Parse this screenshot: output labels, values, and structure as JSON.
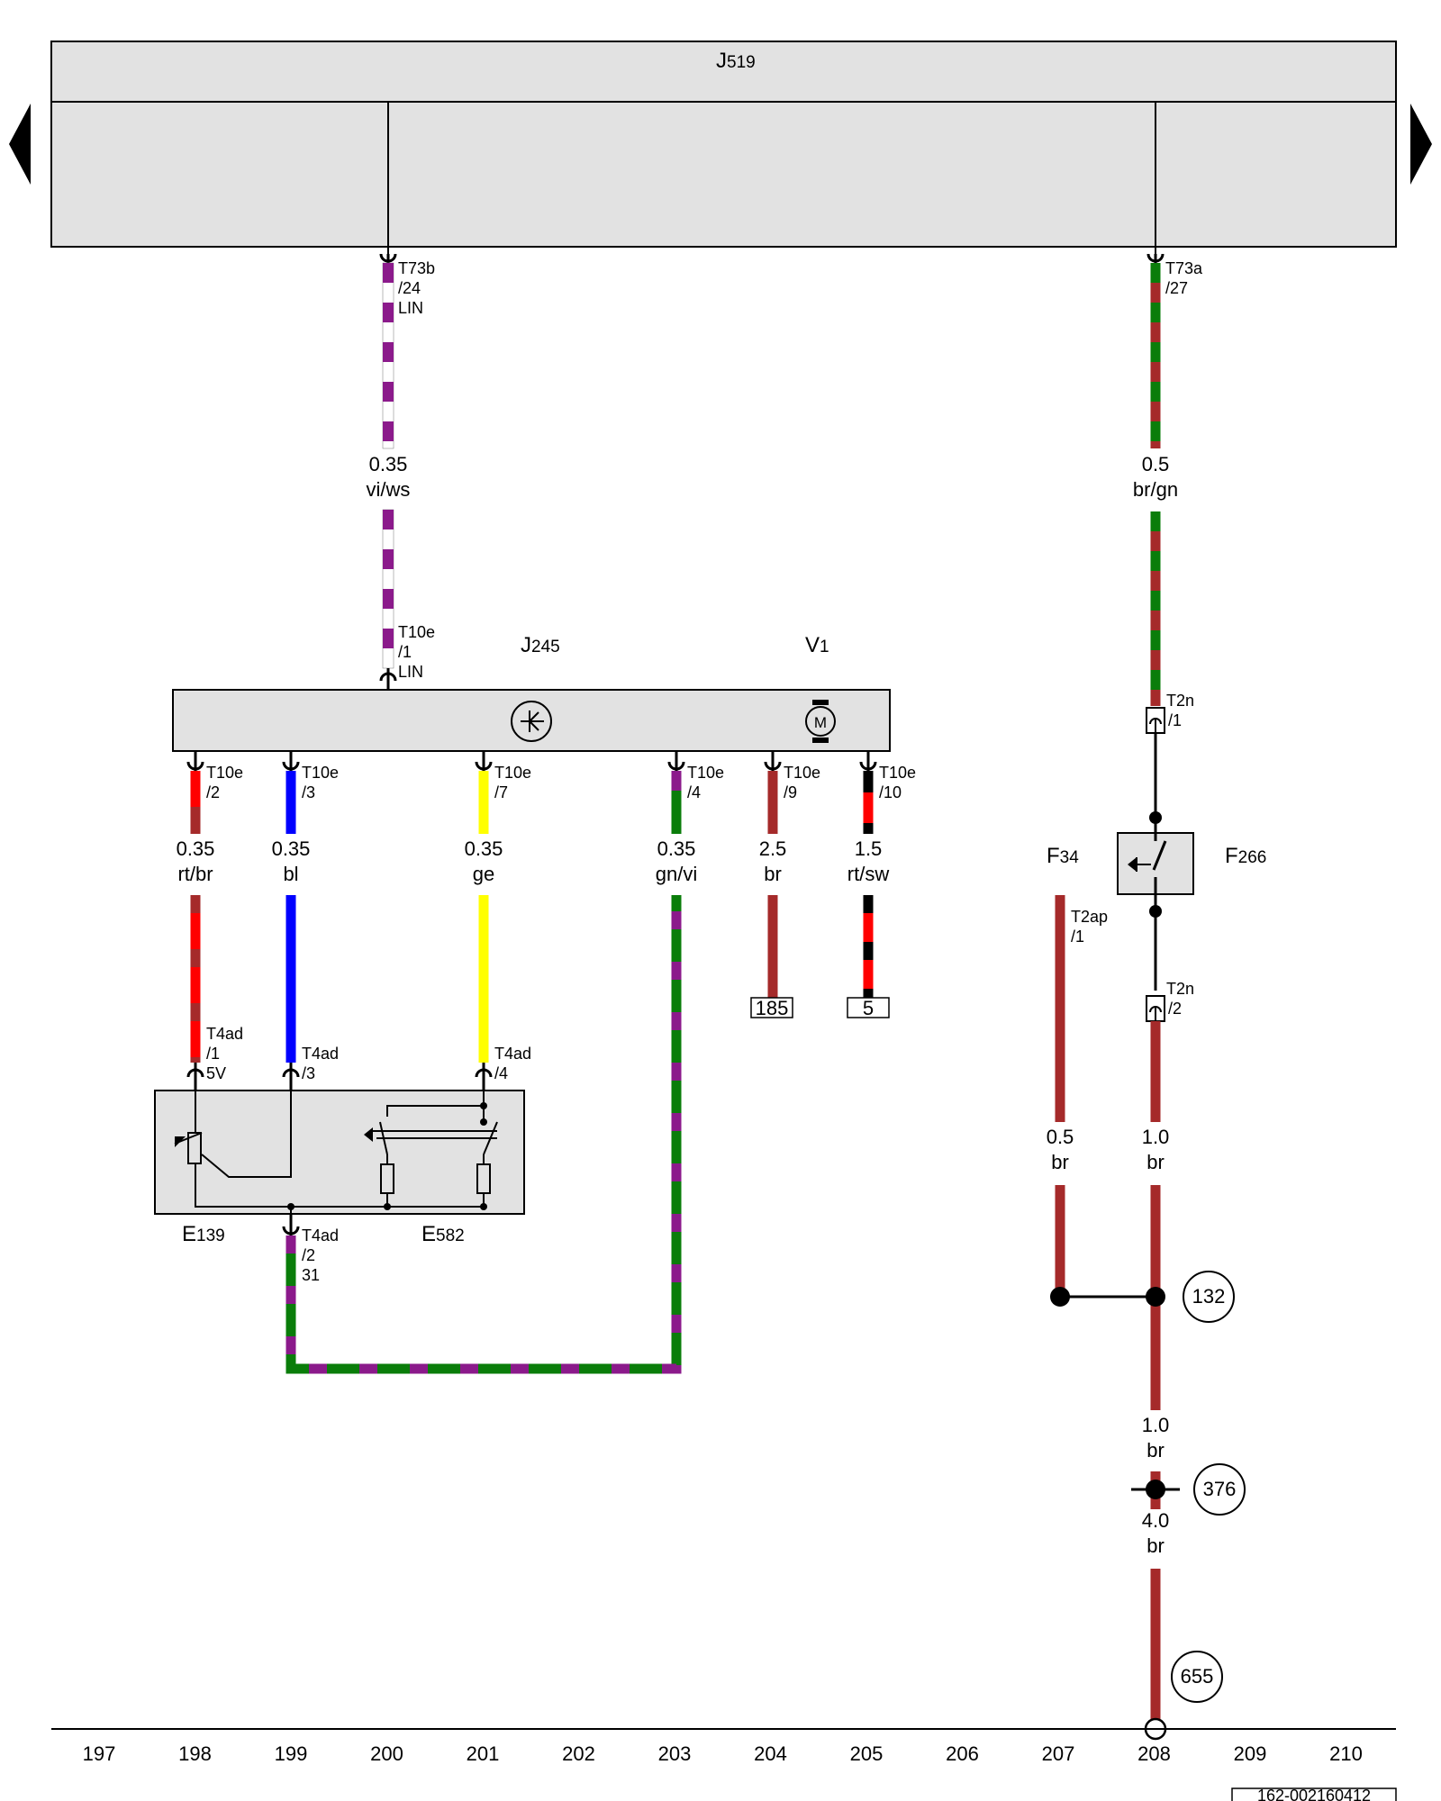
{
  "colors": {
    "br": "#a52a2a",
    "gn": "#0a7d0a",
    "vi": "#8b1a8b",
    "ws": "#ffffff",
    "bl": "#0000ff",
    "ge": "#ffff00",
    "rt": "#ff0000",
    "sw": "#000000",
    "box_fill": "#e2e2e2"
  },
  "components": {
    "j519": {
      "label": "J",
      "sub": "519"
    },
    "j245": {
      "label": "J",
      "sub": "245"
    },
    "v1": {
      "label": "V",
      "sub": "1"
    },
    "e139": {
      "label": "E",
      "sub": "139"
    },
    "e582": {
      "label": "E",
      "sub": "582"
    },
    "f34": {
      "label": "F",
      "sub": "34"
    },
    "f266": {
      "label": "F",
      "sub": "266"
    },
    "motor_symbol": "M"
  },
  "connectors": {
    "t73b": [
      "T73b",
      "/24",
      "LIN"
    ],
    "t73a": [
      "T73a",
      "/27"
    ],
    "t10e_1": [
      "T10e",
      "/1",
      "LIN"
    ],
    "t10e_2": [
      "T10e",
      "/2"
    ],
    "t10e_3": [
      "T10e",
      "/3"
    ],
    "t10e_7": [
      "T10e",
      "/7"
    ],
    "t10e_4": [
      "T10e",
      "/4"
    ],
    "t10e_9": [
      "T10e",
      "/9"
    ],
    "t10e_10": [
      "T10e",
      "/10"
    ],
    "t4ad_1": [
      "T4ad",
      "/1",
      "5V"
    ],
    "t4ad_3": [
      "T4ad",
      "/3"
    ],
    "t4ad_4": [
      "T4ad",
      "/4"
    ],
    "t4ad_2": [
      "T4ad",
      "/2",
      "31"
    ],
    "t2n_1": [
      "T2n",
      "/1"
    ],
    "t2n_2": [
      "T2n",
      "/2"
    ],
    "t2ap_1": [
      "T2ap",
      "/1"
    ]
  },
  "wires": {
    "w200": {
      "size": "0.35",
      "color": "vi/ws"
    },
    "w208_top": {
      "size": "0.5",
      "color": "br/gn"
    },
    "w198": {
      "size": "0.35",
      "color": "rt/br"
    },
    "w199": {
      "size": "0.35",
      "color": "bl"
    },
    "w201": {
      "size": "0.35",
      "color": "ge"
    },
    "w203": {
      "size": "0.35",
      "color": "gn/vi"
    },
    "w204": {
      "size": "2.5",
      "color": "br"
    },
    "w205": {
      "size": "1.5",
      "color": "rt/sw"
    },
    "w207": {
      "size": "0.5",
      "color": "br"
    },
    "w208_mid": {
      "size": "1.0",
      "color": "br"
    },
    "w208_low": {
      "size": "1.0",
      "color": "br"
    },
    "w208_bottom": {
      "size": "4.0",
      "color": "br"
    }
  },
  "references": {
    "ref185": "185",
    "ref5": "5",
    "ref132": "132",
    "ref376": "376",
    "ref655": "655"
  },
  "scale": [
    "197",
    "198",
    "199",
    "200",
    "201",
    "202",
    "203",
    "204",
    "205",
    "206",
    "207",
    "208",
    "209",
    "210"
  ],
  "document_number": "162-002160412"
}
